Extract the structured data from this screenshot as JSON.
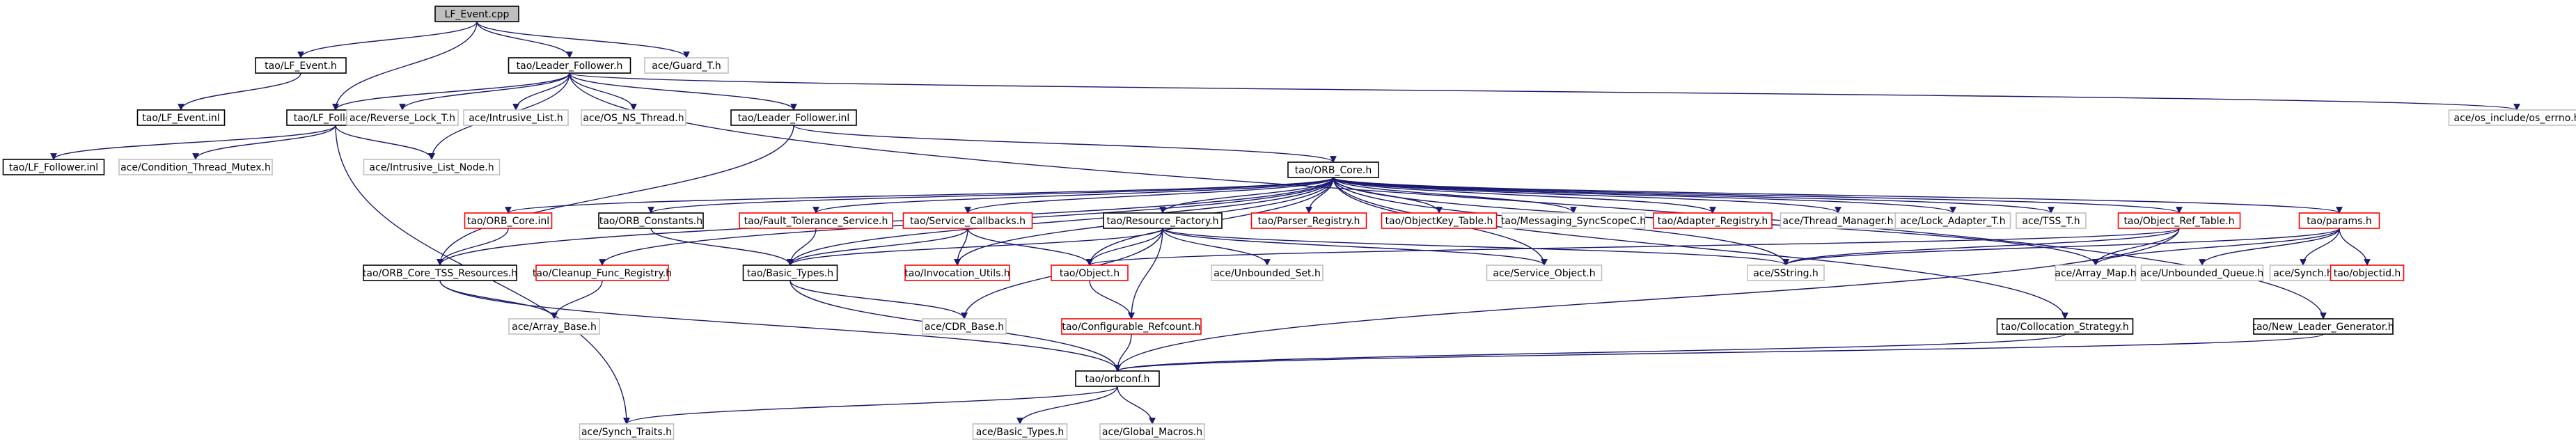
{
  "colors": {
    "edge": "#191970",
    "box_black": "#000000",
    "box_red": "#ff0000",
    "box_gray": "#bfbfbf",
    "root_fill": "#bfbfbf",
    "text": "#000000"
  },
  "nodes": [
    {
      "id": "root",
      "label": "LF_Event.cpp",
      "kind": "root"
    },
    {
      "id": "lfevent",
      "label": "tao/LF_Event.h",
      "kind": "black"
    },
    {
      "id": "leader",
      "label": "tao/Leader_Follower.h",
      "kind": "black"
    },
    {
      "id": "guard",
      "label": "ace/Guard_T.h",
      "kind": "none"
    },
    {
      "id": "lfeventinl",
      "label": "tao/LF_Event.inl",
      "kind": "black"
    },
    {
      "id": "lffollower",
      "label": "tao/LF_Follower.h",
      "kind": "black"
    },
    {
      "id": "revlock",
      "label": "ace/Reverse_Lock_T.h",
      "kind": "none"
    },
    {
      "id": "intrlist",
      "label": "ace/Intrusive_List.h",
      "kind": "none"
    },
    {
      "id": "osns",
      "label": "ace/OS_NS_Thread.h",
      "kind": "none"
    },
    {
      "id": "leaderinl",
      "label": "tao/Leader_Follower.inl",
      "kind": "black"
    },
    {
      "id": "oserrno",
      "label": "ace/os_include/os_errno.h",
      "kind": "none"
    },
    {
      "id": "lffollowerinl",
      "label": "tao/LF_Follower.inl",
      "kind": "black"
    },
    {
      "id": "condmutex",
      "label": "ace/Condition_Thread_Mutex.h",
      "kind": "none"
    },
    {
      "id": "intrnode",
      "label": "ace/Intrusive_List_Node.h",
      "kind": "none"
    },
    {
      "id": "orbcore",
      "label": "tao/ORB_Core.h",
      "kind": "black"
    },
    {
      "id": "orbcoreinl",
      "label": "tao/ORB_Core.inl",
      "kind": "red"
    },
    {
      "id": "orbconst",
      "label": "tao/ORB_Constants.h",
      "kind": "black"
    },
    {
      "id": "fault",
      "label": "tao/Fault_Tolerance_Service.h",
      "kind": "red"
    },
    {
      "id": "svccb",
      "label": "tao/Service_Callbacks.h",
      "kind": "red"
    },
    {
      "id": "resfact",
      "label": "tao/Resource_Factory.h",
      "kind": "black"
    },
    {
      "id": "parser",
      "label": "tao/Parser_Registry.h",
      "kind": "red"
    },
    {
      "id": "objkey",
      "label": "tao/ObjectKey_Table.h",
      "kind": "red"
    },
    {
      "id": "messaging",
      "label": "tao/Messaging_SyncScopeC.h",
      "kind": "none"
    },
    {
      "id": "adapter",
      "label": "tao/Adapter_Registry.h",
      "kind": "red"
    },
    {
      "id": "threadmgr",
      "label": "ace/Thread_Manager.h",
      "kind": "none"
    },
    {
      "id": "lockadapter",
      "label": "ace/Lock_Adapter_T.h",
      "kind": "none"
    },
    {
      "id": "tss",
      "label": "ace/TSS_T.h",
      "kind": "none"
    },
    {
      "id": "objref",
      "label": "tao/Object_Ref_Table.h",
      "kind": "red"
    },
    {
      "id": "params",
      "label": "tao/params.h",
      "kind": "red"
    },
    {
      "id": "tssres",
      "label": "tao/ORB_Core_TSS_Resources.h",
      "kind": "black"
    },
    {
      "id": "cleanup",
      "label": "tao/Cleanup_Func_Registry.h",
      "kind": "red"
    },
    {
      "id": "basictypes",
      "label": "tao/Basic_Types.h",
      "kind": "black"
    },
    {
      "id": "invocation",
      "label": "tao/Invocation_Utils.h",
      "kind": "red"
    },
    {
      "id": "object",
      "label": "tao/Object.h",
      "kind": "red"
    },
    {
      "id": "unbset",
      "label": "ace/Unbounded_Set.h",
      "kind": "none"
    },
    {
      "id": "svcobj",
      "label": "ace/Service_Object.h",
      "kind": "none"
    },
    {
      "id": "sstring",
      "label": "ace/SString.h",
      "kind": "none"
    },
    {
      "id": "arraymap",
      "label": "ace/Array_Map.h",
      "kind": "none"
    },
    {
      "id": "unbqueue",
      "label": "ace/Unbounded_Queue.h",
      "kind": "none"
    },
    {
      "id": "synch",
      "label": "ace/Synch.h",
      "kind": "none"
    },
    {
      "id": "objectid",
      "label": "tao/objectid.h",
      "kind": "red"
    },
    {
      "id": "arraybase",
      "label": "ace/Array_Base.h",
      "kind": "none"
    },
    {
      "id": "cdrbase",
      "label": "ace/CDR_Base.h",
      "kind": "none"
    },
    {
      "id": "confref",
      "label": "tao/Configurable_Refcount.h",
      "kind": "red"
    },
    {
      "id": "collocation",
      "label": "tao/Collocation_Strategy.h",
      "kind": "black"
    },
    {
      "id": "newleader",
      "label": "tao/New_Leader_Generator.h",
      "kind": "black"
    },
    {
      "id": "orbconf",
      "label": "tao/orbconf.h",
      "kind": "black"
    },
    {
      "id": "synchtraits",
      "label": "ace/Synch_Traits.h",
      "kind": "none"
    },
    {
      "id": "acebasic",
      "label": "ace/Basic_Types.h",
      "kind": "none"
    },
    {
      "id": "globalmacros",
      "label": "ace/Global_Macros.h",
      "kind": "none"
    }
  ],
  "edges": [
    [
      "root",
      "lfevent"
    ],
    [
      "root",
      "leader"
    ],
    [
      "root",
      "guard"
    ],
    [
      "root",
      "lffollower"
    ],
    [
      "lfevent",
      "lfeventinl"
    ],
    [
      "leader",
      "lffollower"
    ],
    [
      "leader",
      "revlock"
    ],
    [
      "leader",
      "intrlist"
    ],
    [
      "leader",
      "osns"
    ],
    [
      "leader",
      "leaderinl"
    ],
    [
      "leader",
      "oserrno"
    ],
    [
      "leader",
      "intrnode"
    ],
    [
      "leader",
      "newleader"
    ],
    [
      "lffollower",
      "lffollowerinl"
    ],
    [
      "lffollower",
      "condmutex"
    ],
    [
      "lffollower",
      "intrnode"
    ],
    [
      "lffollower",
      "synchtraits"
    ],
    [
      "leaderinl",
      "orbcore"
    ],
    [
      "leaderinl",
      "tssres"
    ],
    [
      "orbcore",
      "orbcoreinl"
    ],
    [
      "orbcore",
      "orbconst"
    ],
    [
      "orbcore",
      "fault"
    ],
    [
      "orbcore",
      "svccb"
    ],
    [
      "orbcore",
      "resfact"
    ],
    [
      "orbcore",
      "parser"
    ],
    [
      "orbcore",
      "objkey"
    ],
    [
      "orbcore",
      "messaging"
    ],
    [
      "orbcore",
      "adapter"
    ],
    [
      "orbcore",
      "threadmgr"
    ],
    [
      "orbcore",
      "lockadapter"
    ],
    [
      "orbcore",
      "tss"
    ],
    [
      "orbcore",
      "objref"
    ],
    [
      "orbcore",
      "params"
    ],
    [
      "orbcore",
      "tssres"
    ],
    [
      "orbcore",
      "cleanup"
    ],
    [
      "orbcore",
      "object"
    ],
    [
      "orbcore",
      "invocation"
    ],
    [
      "orbcore",
      "collocation"
    ],
    [
      "orbcore",
      "svcobj"
    ],
    [
      "orbcore",
      "arraymap"
    ],
    [
      "orbcore",
      "sstring"
    ],
    [
      "orbcore",
      "basictypes"
    ],
    [
      "orbcoreinl",
      "tssres"
    ],
    [
      "orbconst",
      "basictypes"
    ],
    [
      "fault",
      "basictypes"
    ],
    [
      "svccb",
      "basictypes"
    ],
    [
      "svccb",
      "invocation"
    ],
    [
      "svccb",
      "object"
    ],
    [
      "resfact",
      "basictypes"
    ],
    [
      "resfact",
      "object"
    ],
    [
      "resfact",
      "unbset"
    ],
    [
      "resfact",
      "svcobj"
    ],
    [
      "resfact",
      "sstring"
    ],
    [
      "resfact",
      "confref"
    ],
    [
      "resfact",
      "cdrbase"
    ],
    [
      "objref",
      "arraymap"
    ],
    [
      "objref",
      "object"
    ],
    [
      "objref",
      "sstring"
    ],
    [
      "objref",
      "orbconf"
    ],
    [
      "params",
      "arraymap"
    ],
    [
      "params",
      "unbqueue"
    ],
    [
      "params",
      "synch"
    ],
    [
      "params",
      "objectid"
    ],
    [
      "params",
      "sstring"
    ],
    [
      "tssres",
      "arraybase"
    ],
    [
      "tssres",
      "orbconf"
    ],
    [
      "cleanup",
      "arraybase"
    ],
    [
      "basictypes",
      "cdrbase"
    ],
    [
      "basictypes",
      "orbconf"
    ],
    [
      "object",
      "confref"
    ],
    [
      "confref",
      "orbconf"
    ],
    [
      "collocation",
      "orbconf"
    ],
    [
      "newleader",
      "orbconf"
    ],
    [
      "orbconf",
      "synchtraits"
    ],
    [
      "orbconf",
      "acebasic"
    ],
    [
      "orbconf",
      "globalmacros"
    ]
  ]
}
